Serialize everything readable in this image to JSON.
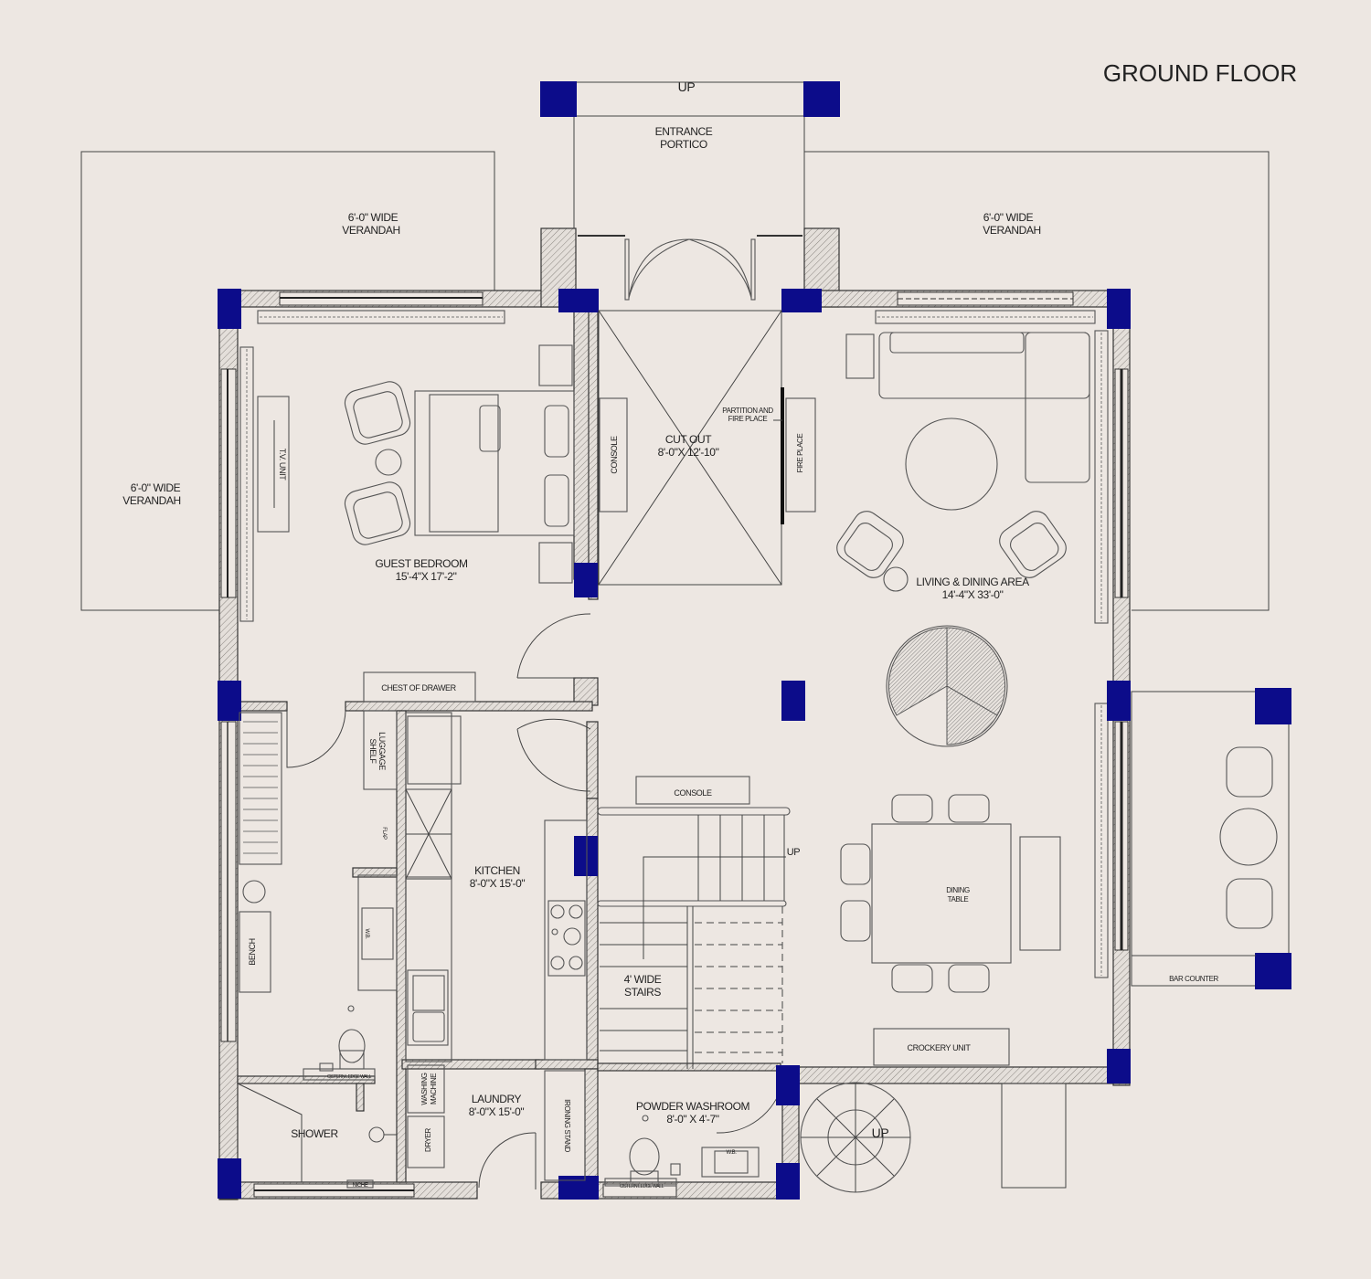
{
  "title": "GROUND FLOOR",
  "colors": {
    "background": "#ede7e2",
    "column": "#0c0c8a",
    "line": "#444444"
  },
  "labels": {
    "up_top": "UP",
    "portico_1": "ENTRANCE",
    "portico_2": "PORTICO",
    "verandah_w": "6'-0\" WIDE",
    "verandah_n": "VERANDAH",
    "guest_bedroom": "GUEST BEDROOM",
    "guest_bedroom_size": "15'-4\"X 17'-2\"",
    "tv_unit": "T.V. UNIT",
    "console": "CONSOLE",
    "cutout": "CUT OUT",
    "cutout_size": "8'-0\"X 12'-10\"",
    "partition_1": "PARTITION AND",
    "partition_2": "FIRE PLACE",
    "fire_place": "FIRE PLACE",
    "living": "LIVING & DINING AREA",
    "living_size": "14'-4\"X 33'-0\"",
    "chest": "CHEST OF DRAWER",
    "luggage_1": "LUGGAGE",
    "luggage_2": "SHELF",
    "kitchen": "KITCHEN",
    "kitchen_size": "8'-0\"X 15'-0\"",
    "console2": "CONSOLE",
    "up_stairs": "UP",
    "stairs_1": "4' WIDE",
    "stairs_2": "STAIRS",
    "dining_1": "DINING",
    "dining_2": "TABLE",
    "bar_counter": "BAR COUNTER",
    "crockery": "CROCKERY UNIT",
    "bench": "BENCH",
    "flap": "FLAP",
    "wb": "W.B.",
    "cistern": "CISTERN LEDGE WALL",
    "shower": "SHOWER",
    "niche": "NICHE",
    "washing_1": "WASHING",
    "washing_2": "MACHINE",
    "dryer": "DRYER",
    "laundry": "LAUNDRY",
    "laundry_size": "8'-0\"X 15'-0\"",
    "ironing": "IRONING STAND",
    "powder": "POWDER WASHROOM",
    "powder_size": "8'-0\" X 4'-7\"",
    "wb2": "W.B.",
    "cistern2": "CISTERN LEDGE WALL",
    "up_spiral": "UP"
  }
}
